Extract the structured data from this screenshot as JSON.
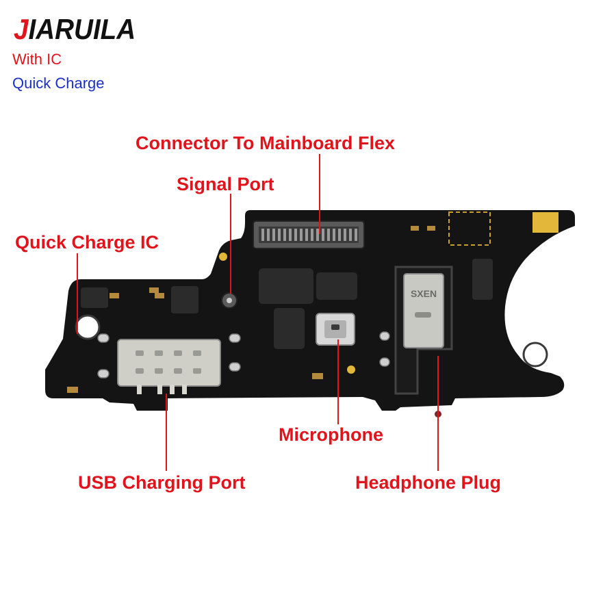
{
  "brand": {
    "first_letter": "J",
    "rest": "IARUILA"
  },
  "tags": {
    "with_ic": "With IC",
    "quick_charge": "Quick Charge"
  },
  "callouts": {
    "connector": "Connector To Mainboard Flex",
    "signal_port": "Signal Port",
    "quick_charge_ic": "Quick Charge IC",
    "microphone": "Microphone",
    "usb_port": "USB Charging Port",
    "headphone": "Headphone Plug"
  },
  "board_marking": "SXEN",
  "colors": {
    "accent_red": "#e1141c",
    "accent_blue": "#1a2fc8",
    "pcb": "#141414",
    "gold": "#d4a837"
  }
}
